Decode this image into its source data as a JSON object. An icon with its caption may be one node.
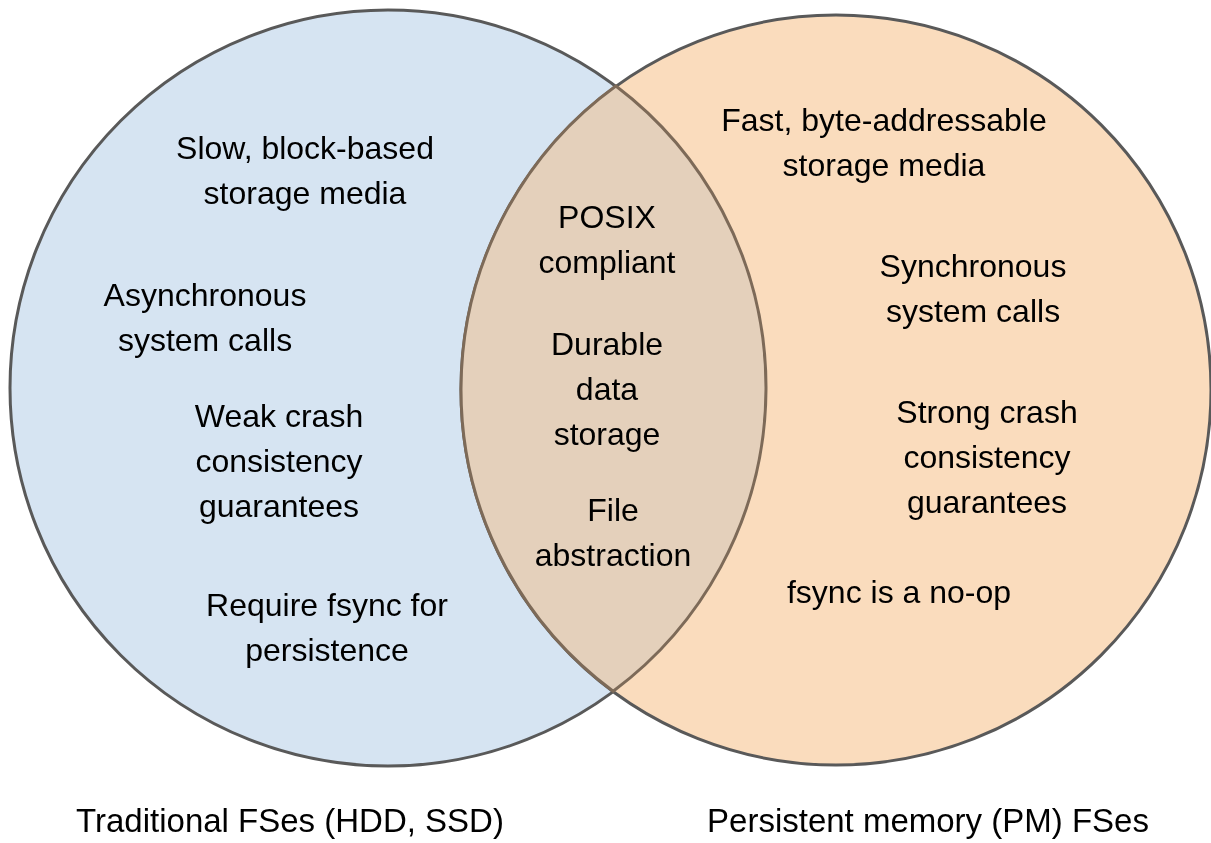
{
  "diagram": {
    "nodes": [
      {
        "text": [
          "Slow, block-based storage media",
          "Asynchronous system calls",
          "Weak crash consistency guarantees",
          "Require fsync for persistence",
          "Traditional FSes (HDD, SSD)"
        ]
      },
      {
        "text": [
          "Fast, byte-addressable storage media",
          "Synchronous system calls",
          "Strong crash consistency guarantees",
          "fsync is a no-op",
          "Persistent memory (PM) FSes"
        ]
      },
      {
        "text": [
          "POSIX compliant",
          "Durable data storage",
          "File abstraction"
        ]
      }
    ]
  }
}
